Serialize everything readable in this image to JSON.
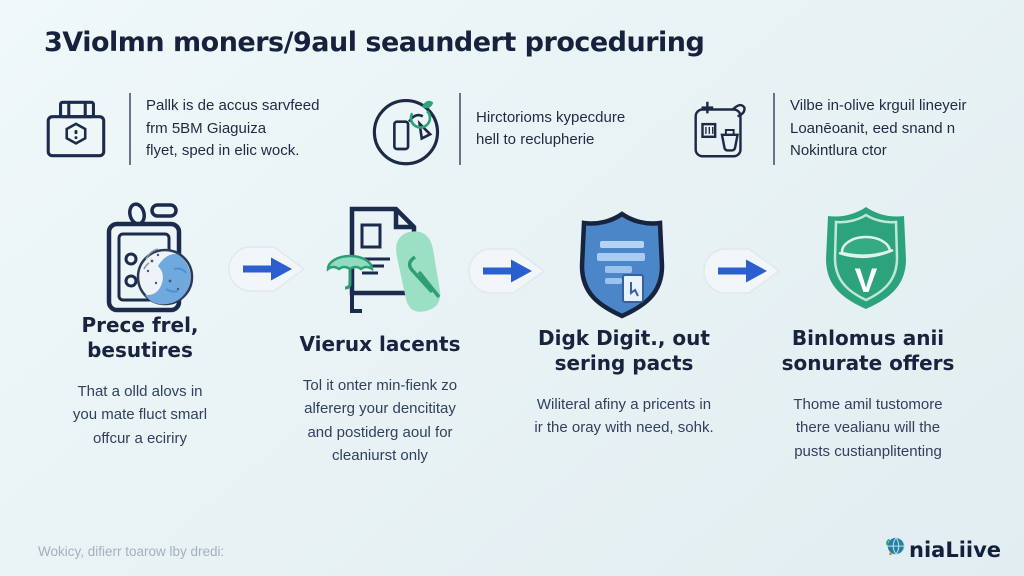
{
  "title": "3Violmn moners/9aul seaundert proceduring",
  "colors": {
    "background_top": "#f0f8f9",
    "background_bottom": "#e1edf1",
    "navy": "#16213d",
    "body_text": "#31405e",
    "accent_blue": "#2b5fd0",
    "shield_blue": "#4a86c8",
    "accent_green": "#2fa27c",
    "light_green": "#99dfc2",
    "muted_gray": "#a3b0bd"
  },
  "top_features": [
    {
      "icon": "briefcase-shield-icon",
      "text": "Pallk is de accus sarvfeed\nfrm 5BM Giaguiza\nflyet, sped in elic wock."
    },
    {
      "icon": "phone-hand-sprout-icon",
      "text": "Hirctorioms kypecdure\nhell to reclupherie"
    },
    {
      "icon": "document-plus-cup-icon",
      "text": "Vilbe in-olive krguil lineyeir\nLoanēoanit, eed snand n\nNokintlura ctor"
    }
  ],
  "steps": [
    {
      "icon": "id-card-globe-icon",
      "title": "Prece frel,\nbesutires",
      "body": "That a olld alovs in\nyou mate fluct smarl\noffcur a eciriry"
    },
    {
      "icon": "document-tag-icon",
      "title": "Vierux lacents",
      "body": "Tol it onter min-fienk zo\nalfererg your dencititay\nand postiderg aoul for\ncleaniurst only"
    },
    {
      "icon": "blue-shield-list-icon",
      "title": "Digk Digit., out\nsering pacts",
      "body": "Wiliteral afiny a pricents in\nir the oray with need, sohk."
    },
    {
      "icon": "green-shield-check-icon",
      "title": "Binlomus anii\nsonurate offers",
      "body": "Thome amil tustomore\nthere vealianu will the\npusts custianplitenting"
    }
  ],
  "arrows": [
    "arrow-right-icon",
    "arrow-right-icon",
    "arrow-right-icon"
  ],
  "footer": {
    "note": "Wokicy, difierr toarow lby dredi:",
    "brand": "niaLiive",
    "brand_icon": "globe-flower-icon"
  }
}
